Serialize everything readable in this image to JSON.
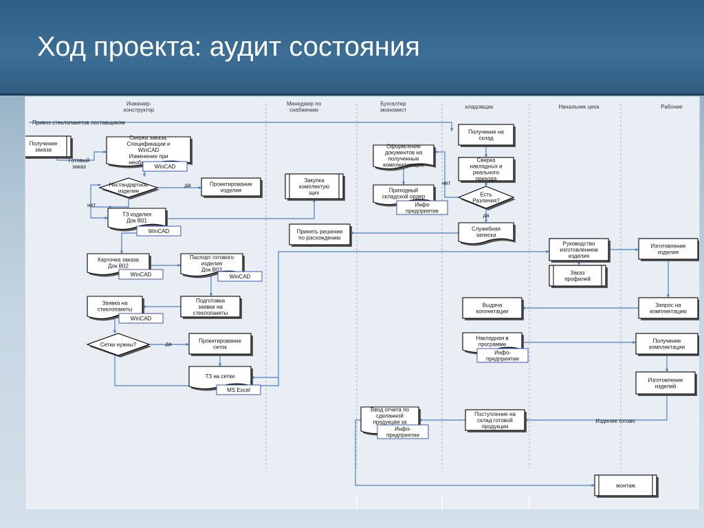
{
  "slide": {
    "title": "Ход проекта: аудит состояния"
  },
  "lanes": [
    "Инженер-\nконструктор",
    "Менеджер по\nснабжению",
    "Бухгалтер\nэкономист",
    "кладовщик",
    "Начальник цеха",
    "Рабочие"
  ],
  "nodes": [
    {
      "id": "n1",
      "text": "Получение\nзаказа",
      "shape": "proc",
      "tag": ""
    },
    {
      "id": "n2",
      "text": "Сверка заказа:\nСпецификации и\nWinCAD\nИзменение при\nнеобходимости",
      "shape": "doc",
      "tag": "WinCAD"
    },
    {
      "id": "n3",
      "text": "Нестандартное\nизделие",
      "shape": "diamond",
      "tag": ""
    },
    {
      "id": "n4",
      "text": "Проектирование\nизделия",
      "shape": "rect",
      "tag": ""
    },
    {
      "id": "n5",
      "text": "ТЗ изделия\nДок В01",
      "shape": "doc",
      "tag": "WinCAD"
    },
    {
      "id": "n6",
      "text": "Карточка заказа\nДок В02",
      "shape": "doc",
      "tag": "WinCAD"
    },
    {
      "id": "n7",
      "text": "Паспорт готового\nизделия\nДок В03",
      "shape": "doc",
      "tag": "WinCAD"
    },
    {
      "id": "n8",
      "text": "Заявка на\nстеклопакеты",
      "shape": "doc",
      "tag": "WinCAD"
    },
    {
      "id": "n9",
      "text": "Подготовка\nзаявки на\nстеклопакеты",
      "shape": "rect",
      "tag": ""
    },
    {
      "id": "n10",
      "text": "Сетки нужны?",
      "shape": "diamond",
      "tag": ""
    },
    {
      "id": "n11",
      "text": "Проектирование\nсеток",
      "shape": "rect",
      "tag": ""
    },
    {
      "id": "n12",
      "text": "ТЗ на сетки",
      "shape": "doc",
      "tag": "MS Excel"
    },
    {
      "id": "n13",
      "text": "Закупка\nкомплектую\nщих",
      "shape": "proc",
      "tag": ""
    },
    {
      "id": "n14",
      "text": "Принять решение\nпо расхождению",
      "shape": "rect",
      "tag": ""
    },
    {
      "id": "n15",
      "text": "Оформление\nдокументов на\nполученные\nкомплектующие",
      "shape": "doc",
      "tag": ""
    },
    {
      "id": "n16",
      "text": "Приходный\nскладской ордер",
      "shape": "doc",
      "tag": "Инфо\nпредприятие"
    },
    {
      "id": "n17",
      "text": "Получение на\nсклад",
      "shape": "rect",
      "tag": ""
    },
    {
      "id": "n18",
      "text": "Сверка\nнакладных и\nреального\nприхода",
      "shape": "rect",
      "tag": ""
    },
    {
      "id": "n19",
      "text": "Есть\nРазличия?",
      "shape": "diamond",
      "tag": ""
    },
    {
      "id": "n20",
      "text": "Служебная\nзаписка",
      "shape": "doc",
      "tag": ""
    },
    {
      "id": "n21",
      "text": "Выдача\nкоплектации",
      "shape": "rect",
      "tag": ""
    },
    {
      "id": "n22",
      "text": "Накладная в\nпрограмме",
      "shape": "doc",
      "tag": "Инфо-\nпредприятие"
    },
    {
      "id": "n23",
      "text": "Поступление на\nсклад готовой\nпродукции",
      "shape": "rect",
      "tag": ""
    },
    {
      "id": "n24",
      "text": "Ввод отчета по\nсделанной\nпродукции за\nдень",
      "shape": "doc",
      "tag": "Инфо-\nпредприятие"
    },
    {
      "id": "n25",
      "text": "Руководство\nизготовлением\nизделия",
      "shape": "rect",
      "tag": ""
    },
    {
      "id": "n26",
      "text": "Заказ\nпрофилей",
      "shape": "proc",
      "tag": ""
    },
    {
      "id": "n27",
      "text": "Изготовление\nизделия",
      "shape": "rect",
      "tag": ""
    },
    {
      "id": "n28",
      "text": "Запрос на\nкомплектацию",
      "shape": "rect",
      "tag": ""
    },
    {
      "id": "n29",
      "text": "Получение\nкомплектации",
      "shape": "rect",
      "tag": ""
    },
    {
      "id": "n30",
      "text": "Изготовление\nизделий",
      "shape": "rect",
      "tag": ""
    },
    {
      "id": "n31",
      "text": "монтаж",
      "shape": "proc",
      "tag": ""
    }
  ],
  "labels": {
    "supplier": "Привоз стеклопакетов поставщиком",
    "ready_order": "Готовый\nзаказ",
    "yes1": "да",
    "no1": "нет",
    "yes2": "да",
    "no2": "нет",
    "yes3": "да",
    "product_ready": "Изделие готово"
  }
}
